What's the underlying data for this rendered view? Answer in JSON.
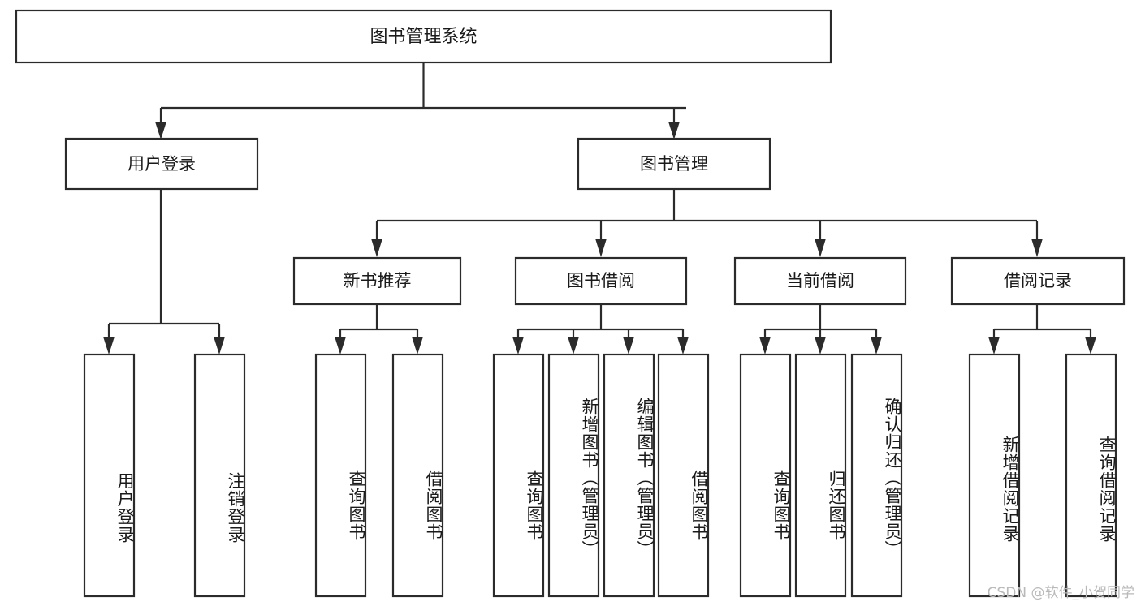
{
  "diagram": {
    "type": "tree-hierarchy",
    "title": "图书管理系统",
    "watermark": "CSDN @软件_小贺同学",
    "colors": {
      "stroke": "#2b2b2b",
      "fill": "#ffffff",
      "text": "#1a1a1a",
      "background": "#ffffff",
      "watermark": "#b9b9b9"
    },
    "levels": {
      "root": [
        "图书管理系统"
      ],
      "level2": [
        "用户登录",
        "图书管理"
      ],
      "level3": [
        "新书推荐",
        "图书借阅",
        "当前借阅",
        "借阅记录"
      ],
      "leaves": [
        "用户登录",
        "注销登录",
        "查询图书",
        "借阅图书",
        "查询图书",
        "新增图书（管理员）",
        "编辑图书（管理员）",
        "借阅图书",
        "查询图书",
        "归还图书",
        "确认归还（管理员）",
        "新增借阅记录",
        "查询借阅记录"
      ]
    },
    "nodes": {
      "root": {
        "label": "图书管理系统"
      },
      "user_login": {
        "label": "用户登录"
      },
      "book_mgmt": {
        "label": "图书管理"
      },
      "new_book_rec": {
        "label": "新书推荐"
      },
      "book_borrow": {
        "label": "图书借阅"
      },
      "current_borrow": {
        "label": "当前借阅"
      },
      "borrow_record": {
        "label": "借阅记录"
      },
      "leaf_user_login": {
        "label": "用户登录"
      },
      "leaf_user_logout": {
        "label": "注销登录"
      },
      "leaf_query_book_1": {
        "label": "查询图书"
      },
      "leaf_borrow_book_1": {
        "label": "借阅图书"
      },
      "leaf_query_book_2": {
        "label": "查询图书"
      },
      "leaf_add_book": {
        "label": "新增图书（管理员）"
      },
      "leaf_edit_book": {
        "label": "编辑图书（管理员）"
      },
      "leaf_borrow_book_2": {
        "label": "借阅图书"
      },
      "leaf_query_book_3": {
        "label": "查询图书"
      },
      "leaf_return_book": {
        "label": "归还图书"
      },
      "leaf_confirm_return": {
        "label": "确认归还（管理员）"
      },
      "leaf_add_record": {
        "label": "新增借阅记录"
      },
      "leaf_query_record": {
        "label": "查询借阅记录"
      }
    },
    "edges": [
      {
        "from": "root",
        "to": "user_login"
      },
      {
        "from": "root",
        "to": "book_mgmt"
      },
      {
        "from": "user_login",
        "to": "leaf_user_login"
      },
      {
        "from": "user_login",
        "to": "leaf_user_logout"
      },
      {
        "from": "book_mgmt",
        "to": "new_book_rec"
      },
      {
        "from": "book_mgmt",
        "to": "book_borrow"
      },
      {
        "from": "book_mgmt",
        "to": "current_borrow"
      },
      {
        "from": "book_mgmt",
        "to": "borrow_record"
      },
      {
        "from": "new_book_rec",
        "to": "leaf_query_book_1"
      },
      {
        "from": "new_book_rec",
        "to": "leaf_borrow_book_1"
      },
      {
        "from": "book_borrow",
        "to": "leaf_query_book_2"
      },
      {
        "from": "book_borrow",
        "to": "leaf_add_book"
      },
      {
        "from": "book_borrow",
        "to": "leaf_edit_book"
      },
      {
        "from": "book_borrow",
        "to": "leaf_borrow_book_2"
      },
      {
        "from": "current_borrow",
        "to": "leaf_query_book_3"
      },
      {
        "from": "current_borrow",
        "to": "leaf_return_book"
      },
      {
        "from": "current_borrow",
        "to": "leaf_confirm_return"
      },
      {
        "from": "borrow_record",
        "to": "leaf_add_record"
      },
      {
        "from": "borrow_record",
        "to": "leaf_query_record"
      }
    ]
  }
}
